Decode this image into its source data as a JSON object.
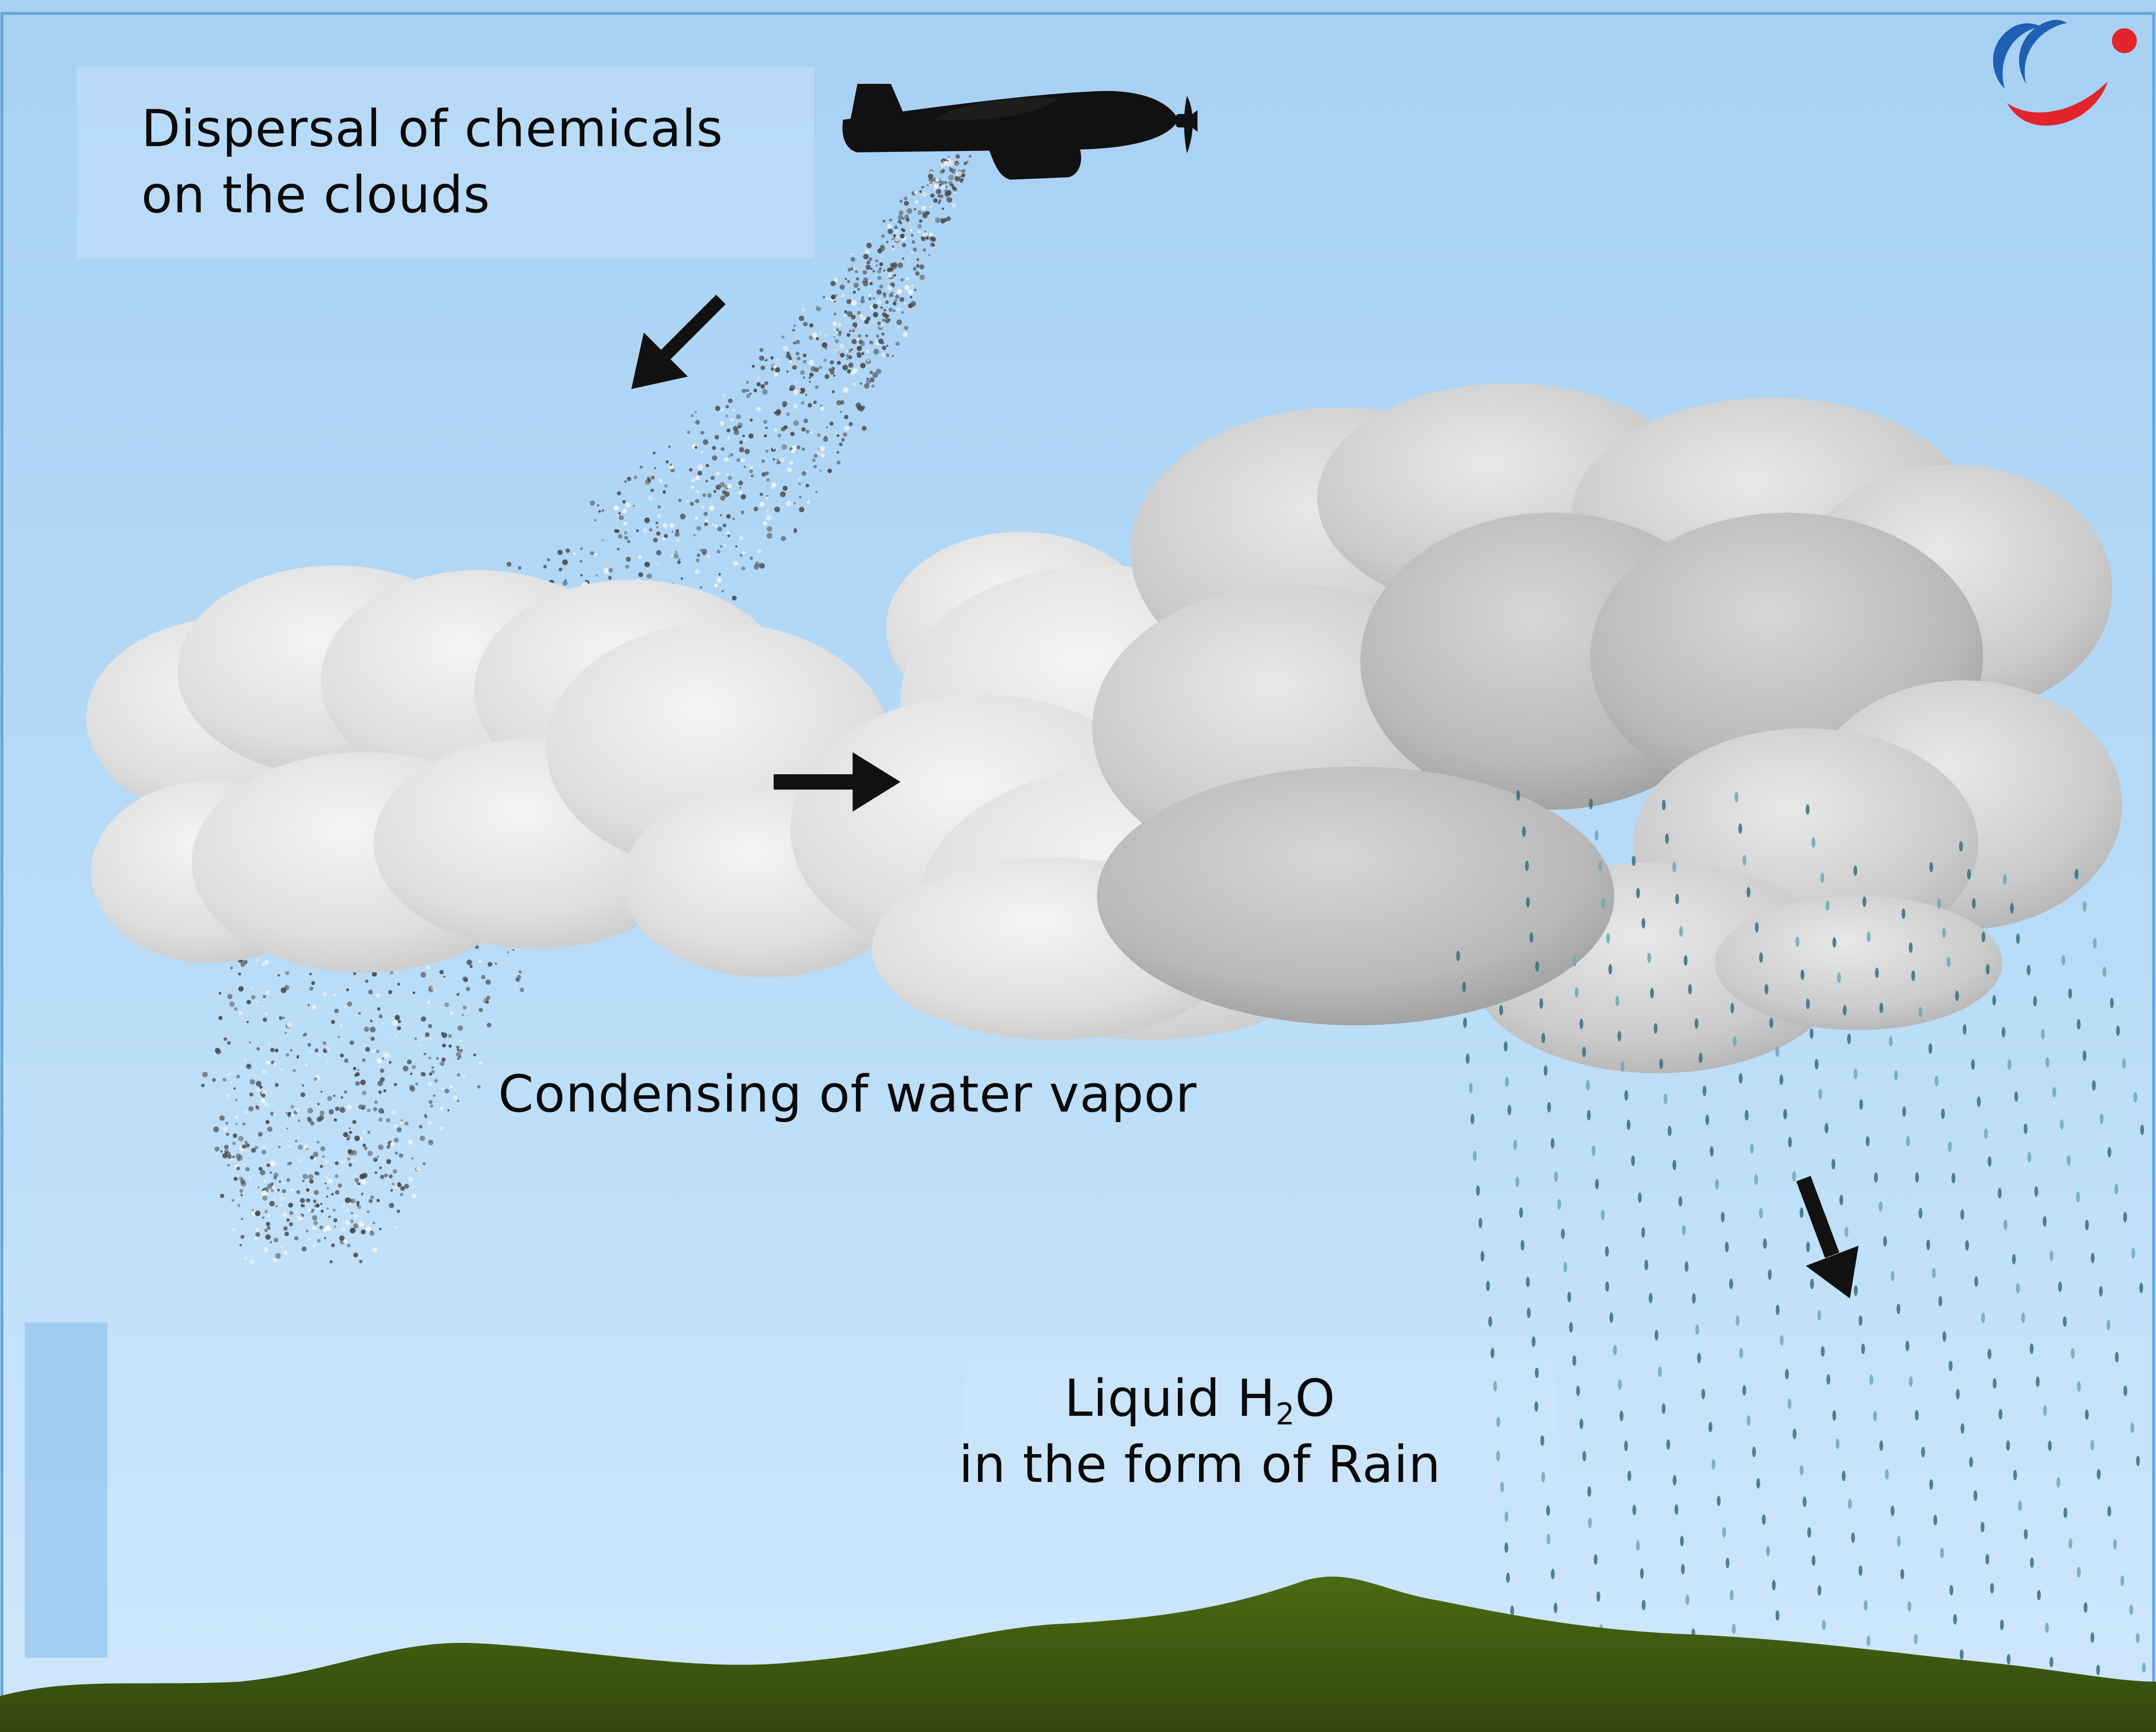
{
  "labels": {
    "dispersal_line1": "Dispersal of chemicals",
    "dispersal_line2": "on the clouds",
    "condensing": "Condensing of water vapor",
    "rain_line1_prefix": "Liquid H",
    "rain_line1_subscript": "2",
    "rain_line1_suffix": "O",
    "rain_line2": "in the form of Rain"
  },
  "icons": {
    "airplane": "airplane-icon",
    "logo": "logo-icon",
    "arrows": [
      "arrow-down-left-icon",
      "arrow-right-icon",
      "arrow-down-icon"
    ]
  },
  "colors": {
    "sky_top": "#a9d2f4",
    "sky_bottom": "#c8e4fb",
    "cloud_light": "#e3e3e3",
    "cloud_dark": "#a8a8a8",
    "ground": "#3e5a12",
    "rain": "#3a6f7e",
    "logo_blue": "#1f5fb4",
    "logo_red": "#e2242c",
    "text": "#0a0a0a"
  }
}
